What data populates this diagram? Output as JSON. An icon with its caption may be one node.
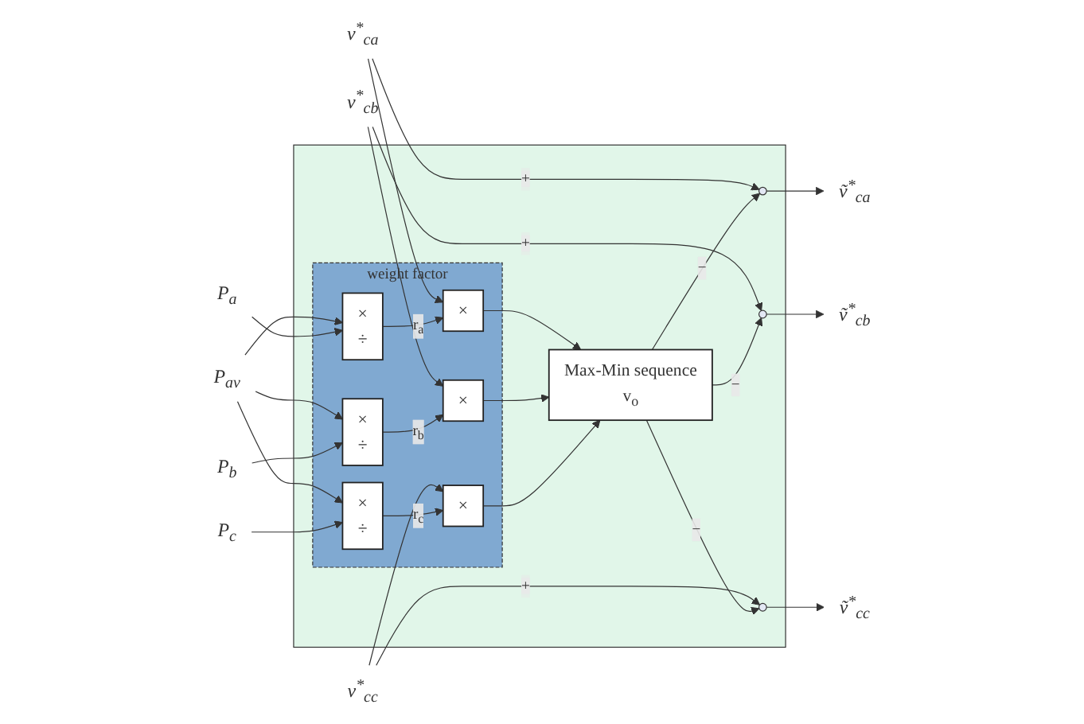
{
  "diagram": {
    "nodes": [
      {
        "text": [],
        "shape": "box"
      },
      {
        "text": [
          "weight factor"
        ],
        "in": 0
      },
      {
        "text": [
          "v$^{*}$$_{ca}$"
        ]
      },
      {
        "text": [
          "P$_{av}$"
        ]
      },
      {
        "text": [
          "P$_{a}$"
        ]
      },
      {
        "text": [
          "v$^{*}$$_{cb}$"
        ]
      },
      {
        "text": [
          "P$_{b}$"
        ]
      },
      {
        "text": [
          "v$^{*}$$_{cc}$"
        ]
      },
      {
        "text": [
          "P$_{c}$"
        ]
      },
      {
        "text": [
          "×",
          "÷"
        ],
        "in": 1
      },
      {
        "text": [
          "×"
        ],
        "in": 1
      },
      {
        "text": [
          "×",
          "÷"
        ],
        "in": 1
      },
      {
        "text": [
          "×"
        ],
        "in": 1
      },
      {
        "text": [
          "×",
          "÷"
        ],
        "in": 1
      },
      {
        "text": [
          "×"
        ],
        "in": 1
      },
      {
        "text": [
          "Max-Min sequence",
          "v$_{o}$"
        ],
        "in": 0
      },
      {
        "text": [],
        "shape": "circle",
        "in": 0
      },
      {
        "text": [],
        "shape": "circle",
        "in": 0
      },
      {
        "text": [],
        "shape": "circle",
        "in": 0
      },
      {
        "text": [
          "ṽ$^{*}$$_{ca}$"
        ]
      },
      {
        "text": [
          "ṽ$^{*}$$_{cb}$"
        ]
      },
      {
        "text": [
          "ṽ$^{*}$$_{cc}$"
        ]
      }
    ],
    "edges": [
      {
        "from": 2,
        "to": 10,
        "arrow": "to"
      },
      {
        "from": 2,
        "to": 16,
        "arrow": "to",
        "label": "+"
      },
      {
        "from": 3,
        "to": 9,
        "arrow": "to"
      },
      {
        "from": 3,
        "to": 11,
        "arrow": "to"
      },
      {
        "from": 3,
        "to": 13,
        "arrow": "to"
      },
      {
        "from": 4,
        "to": 9,
        "arrow": "to"
      },
      {
        "from": 5,
        "to": 12,
        "arrow": "to"
      },
      {
        "from": 5,
        "to": 17,
        "arrow": "to",
        "label": "+"
      },
      {
        "from": 6,
        "to": 11,
        "arrow": "to"
      },
      {
        "from": 7,
        "to": 14,
        "arrow": "to"
      },
      {
        "from": 7,
        "to": 18,
        "arrow": "to",
        "label": "+"
      },
      {
        "from": 8,
        "to": 13,
        "arrow": "to"
      },
      {
        "from": 9,
        "to": 10,
        "arrow": "to",
        "label": "r$_{a}$"
      },
      {
        "from": 11,
        "to": 12,
        "arrow": "to",
        "label": "r$_{b}$"
      },
      {
        "from": 13,
        "to": 14,
        "arrow": "to",
        "label": "r$_{c}$"
      },
      {
        "from": 10,
        "to": 15,
        "arrow": "to"
      },
      {
        "from": 12,
        "to": 15,
        "arrow": "to"
      },
      {
        "from": 14,
        "to": 15,
        "arrow": "to"
      },
      {
        "from": 15,
        "to": 16,
        "arrow": "to",
        "label": "−"
      },
      {
        "from": 15,
        "to": 17,
        "arrow": "to",
        "label": "−"
      },
      {
        "from": 15,
        "to": 18,
        "arrow": "to",
        "label": "−"
      },
      {
        "from": 16,
        "to": 19,
        "arrow": "to"
      },
      {
        "from": 17,
        "to": 20,
        "arrow": "to"
      },
      {
        "from": 18,
        "to": 21,
        "arrow": "to"
      }
    ]
  }
}
